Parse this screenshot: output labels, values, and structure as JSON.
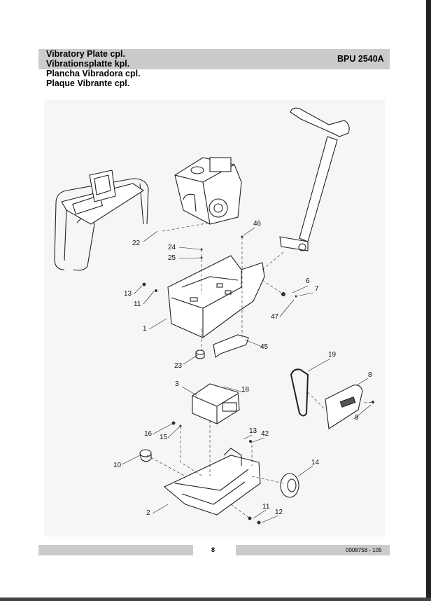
{
  "header": {
    "titles": [
      "Vibratory Plate cpl.",
      "Vibrationsplatte kpl.",
      "Plancha Vibradora cpl.",
      "Plaque Vibrante cpl."
    ],
    "model": "BPU 2540A"
  },
  "diagram": {
    "callouts": [
      "22",
      "24",
      "25",
      "46",
      "13",
      "11",
      "1",
      "6",
      "7",
      "47",
      "45",
      "23",
      "19",
      "8",
      "9",
      "3",
      "18",
      "16",
      "15",
      "13",
      "42",
      "10",
      "14",
      "2",
      "11",
      "12"
    ]
  },
  "footer": {
    "page_number": "8",
    "document_number": "0008758 - 105"
  }
}
